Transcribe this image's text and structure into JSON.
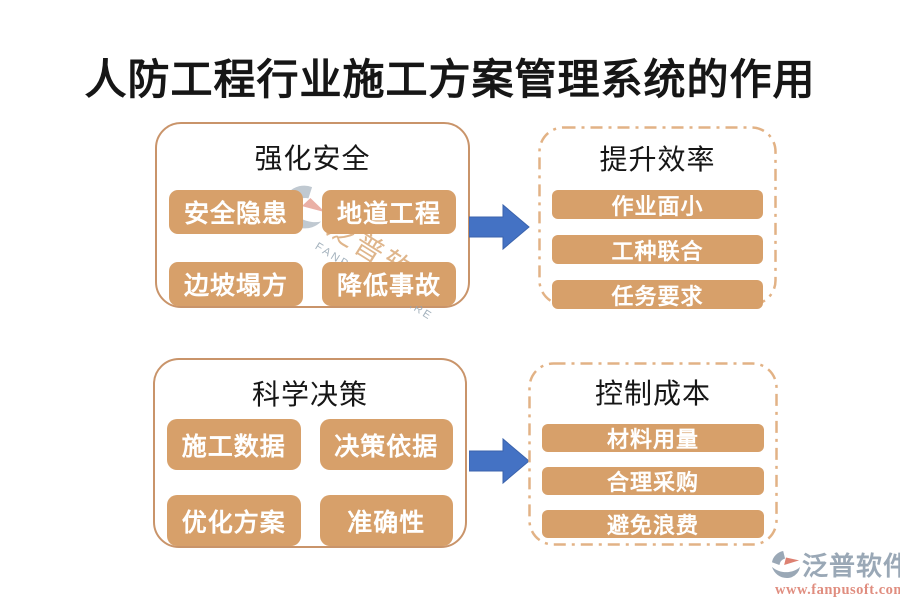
{
  "title": "人防工程行业施工方案管理系统的作用",
  "panels": [
    {
      "title": "强化安全",
      "items": [
        "安全隐患",
        "地道工程",
        "边坡塌方",
        "降低事故"
      ]
    },
    {
      "title": "提升效率",
      "items": [
        "作业面小",
        "工种联合",
        "任务要求"
      ]
    },
    {
      "title": "科学决策",
      "items": [
        "施工数据",
        "决策依据",
        "优化方案",
        "准确性"
      ]
    },
    {
      "title": "控制成本",
      "items": [
        "材料用量",
        "合理采购",
        "避免浪费"
      ]
    }
  ],
  "watermark": {
    "brand": "泛普软件",
    "subtitle": "FANPU SOFTWARE"
  },
  "footer": {
    "brand": "泛普软件",
    "url": "www.fanpusoft.com"
  },
  "icons": {
    "arrow": "right-arrow-icon",
    "logo": "fanpu-logo-icon"
  },
  "colors": {
    "chip_fill": "#D7A06A",
    "chip_text": "#FFFFFF",
    "panel_border_solid": "#C9946A",
    "panel_border_dash": "#E2B285",
    "arrow_blue": "#4472C4",
    "title_text": "#161616",
    "brand_gray": "#8D9DAD",
    "brand_red": "#DC7E6E"
  }
}
